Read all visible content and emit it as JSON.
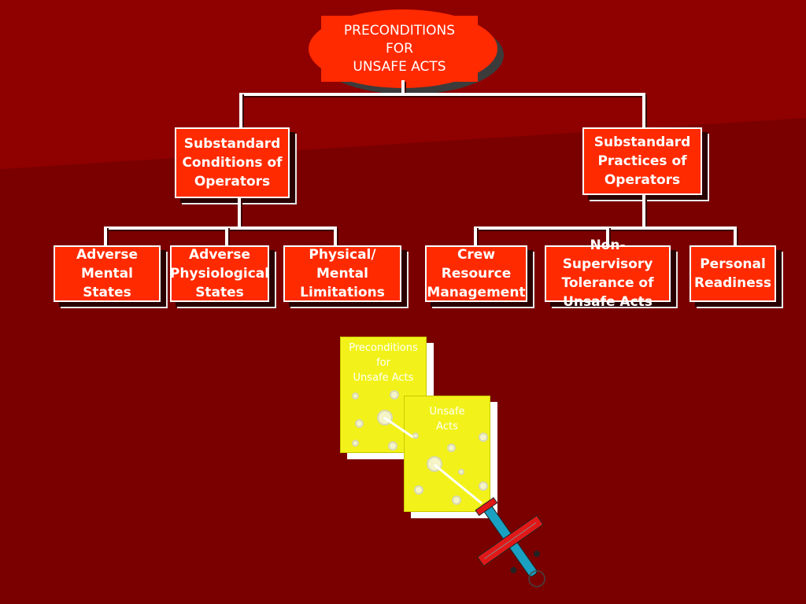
{
  "root": {
    "label": "PRECONDITIONS\nFOR\nUNSAFE ACTS"
  },
  "level2": {
    "left": {
      "label": "Substandard\nConditions of\nOperators"
    },
    "right": {
      "label": "Substandard\nPractices of\nOperators"
    }
  },
  "level3": {
    "adverse_mental": {
      "label": "Adverse\nMental States"
    },
    "adverse_physiological": {
      "label": "Adverse\nPhysiological\nStates"
    },
    "physical_mental": {
      "label": "Physical/\nMental\nLimitations"
    },
    "crew_resource": {
      "label": "Crew\nResource\nManagement"
    },
    "non_supervisory": {
      "label": "Non-Supervisory\nTolerance of\nUnsafe Acts"
    },
    "personal_readiness": {
      "label": "Personal\nReadiness"
    }
  },
  "illustration": {
    "back_page": {
      "label": "Preconditions\nfor\nUnsafe Acts"
    },
    "front_page": {
      "label": "Unsafe\nActs"
    }
  },
  "colors": {
    "background": "#7a0000",
    "box_fill": "#ff2a00",
    "page_fill": "#f2f21a",
    "text": "#ffffff"
  }
}
